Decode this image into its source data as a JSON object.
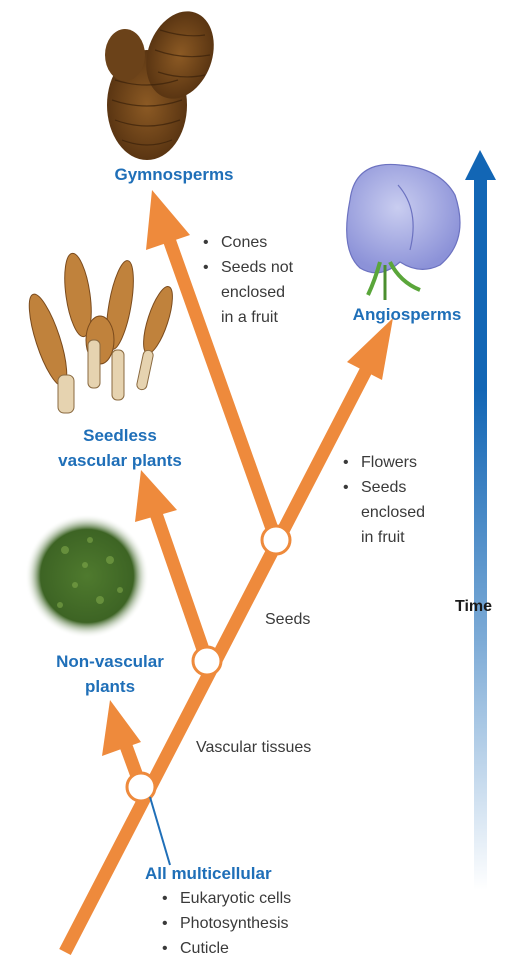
{
  "groups": {
    "gymnosperms": "Gymnosperms",
    "angiosperms": "Angiosperms",
    "seedless_line1": "Seedless",
    "seedless_line2": "vascular plants",
    "nonvascular_line1": "Non-vascular",
    "nonvascular_line2": "plants",
    "all_multicellular": "All multicellular"
  },
  "gymnosperm_traits": [
    "Cones",
    "Seeds not",
    "enclosed",
    "in a fruit"
  ],
  "angiosperm_traits": [
    "Flowers",
    "Seeds",
    "enclosed",
    "in fruit"
  ],
  "base_traits": [
    "Eukaryotic cells",
    "Photosynthesis",
    "Cuticle"
  ],
  "innovations": {
    "seeds": "Seeds",
    "vascular": "Vascular tissues"
  },
  "time_label": "Time",
  "bullet": "•",
  "colors": {
    "branch": "#ee8a3c",
    "label": "#1f6fb8",
    "time_arrow": "#1266b5",
    "node_fill": "#ffffff"
  },
  "icons": [
    "pine-cone-icon",
    "horsetail-icon",
    "moss-icon",
    "flower-icon"
  ]
}
